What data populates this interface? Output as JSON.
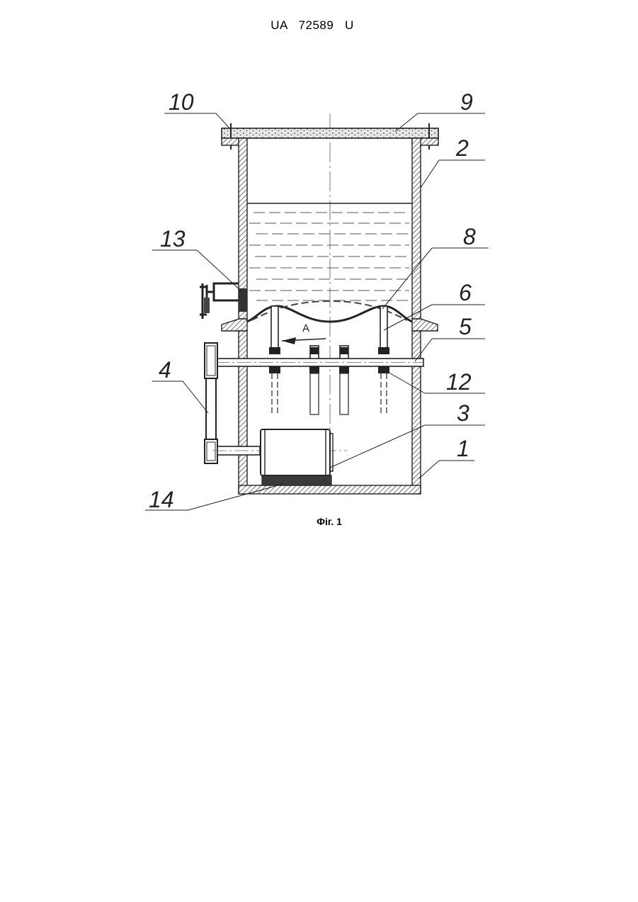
{
  "document": {
    "header": "UA   72589   U",
    "caption": "Фіг. 1"
  },
  "figure": {
    "labels": {
      "l10": "10",
      "l9": "9",
      "l2": "2",
      "l13": "13",
      "l8": "8",
      "l6": "6",
      "l5": "5",
      "l4": "4",
      "l12": "12",
      "l3": "3",
      "l1": "1",
      "l14": "14",
      "arrow_a": "A"
    }
  }
}
